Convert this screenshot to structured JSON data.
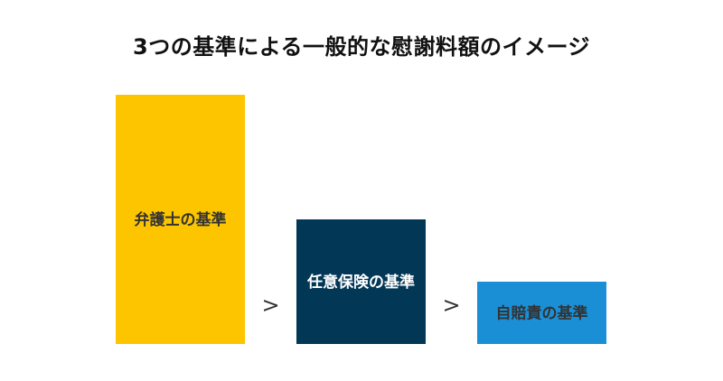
{
  "chart_data": {
    "type": "bar",
    "title": "3つの基準による一般的な慰謝料額のイメージ",
    "categories": [
      "弁護士の基準",
      "任意保険の基準",
      "自賠責の基準"
    ],
    "values": [
      100,
      50,
      25
    ],
    "colors": [
      "#FCC500",
      "#033756",
      "#1A8FD6"
    ],
    "label_colors": [
      "#333333",
      "#ffffff",
      "#333333"
    ],
    "separators": [
      ">",
      ">"
    ],
    "xlabel": "",
    "ylabel": "",
    "ylim": [
      0,
      100
    ],
    "grid": false,
    "legend": "none"
  }
}
